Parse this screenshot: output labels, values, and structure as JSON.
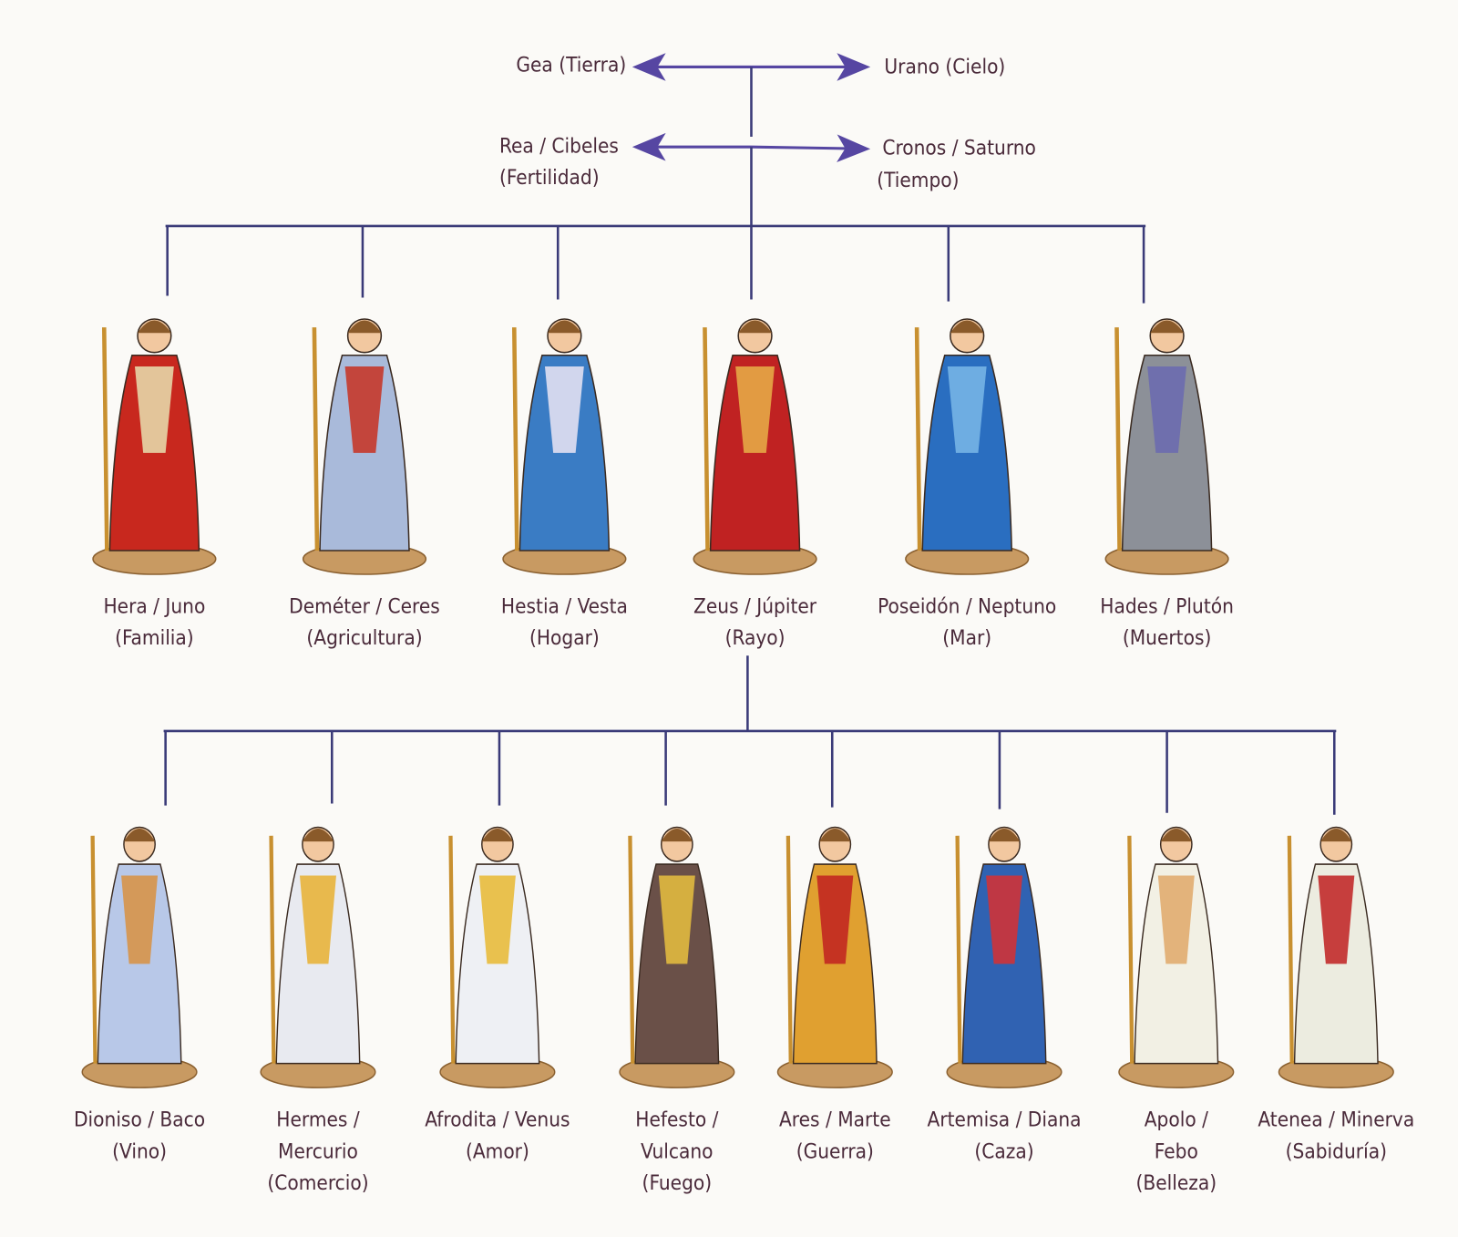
{
  "title": "Árbol genealógico de los dioses",
  "colors": {
    "line": "#3a3a78",
    "arrow": "#5646a2",
    "text": "#4a2a3a",
    "base": "#c89a62"
  },
  "primordial": [
    {
      "name": "Gea (Tierra)"
    },
    {
      "name": "Urano (Cielo)"
    }
  ],
  "titans": [
    {
      "name": "Rea / Cibeles",
      "domain": "(Fertilidad)"
    },
    {
      "name": "Cronos / Saturno",
      "domain": "(Tiempo)"
    }
  ],
  "olympians": [
    {
      "lines": [
        "Hera / Juno",
        "(Familia)"
      ],
      "robe_color": "#c8281e",
      "accent_color": "#e8e0b0"
    },
    {
      "lines": [
        "Deméter / Ceres",
        "(Agricultura)"
      ],
      "robe_color": "#a9bada",
      "accent_color": "#c83020"
    },
    {
      "lines": [
        "Hestia / Vesta",
        "(Hogar)"
      ],
      "robe_color": "#3a7cc4",
      "accent_color": "#ece6f4"
    },
    {
      "lines": [
        "Zeus / Júpiter",
        "(Rayo)"
      ],
      "robe_color": "#c02222",
      "accent_color": "#e8b048"
    },
    {
      "lines": [
        "Poseidón / Neptuno",
        "(Mar)"
      ],
      "robe_color": "#2a6ec0",
      "accent_color": "#7ab8e8"
    },
    {
      "lines": [
        "Hades / Plutón",
        "(Muertos)"
      ],
      "robe_color": "#8c9098",
      "accent_color": "#6a6ab0"
    }
  ],
  "children": [
    {
      "lines": [
        "Dioniso / Baco",
        "(Vino)"
      ],
      "robe_color": "#b8c8e8",
      "accent_color": "#d89040"
    },
    {
      "lines": [
        "Hermes /",
        "Mercurio",
        "(Comercio)"
      ],
      "robe_color": "#e8eaf0",
      "accent_color": "#e8b030"
    },
    {
      "lines": [
        "Afrodita / Venus",
        "(Amor)"
      ],
      "robe_color": "#eef0f4",
      "accent_color": "#e8b830"
    },
    {
      "lines": [
        "Hefesto /",
        "Vulcano",
        "(Fuego)"
      ],
      "robe_color": "#6a5048",
      "accent_color": "#e8c040"
    },
    {
      "lines": [
        "Ares / Marte",
        "(Guerra)"
      ],
      "robe_color": "#e0a030",
      "accent_color": "#c02020"
    },
    {
      "lines": [
        "Artemisa / Diana",
        "(Caza)"
      ],
      "robe_color": "#3062b2",
      "accent_color": "#d83030"
    },
    {
      "lines": [
        "Apolo /",
        "Febo",
        "(Belleza)"
      ],
      "robe_color": "#f2f0e4",
      "accent_color": "#e0a868"
    },
    {
      "lines": [
        "Atenea / Minerva",
        "(Sabiduría)"
      ],
      "robe_color": "#ecece0",
      "accent_color": "#c02020"
    }
  ]
}
